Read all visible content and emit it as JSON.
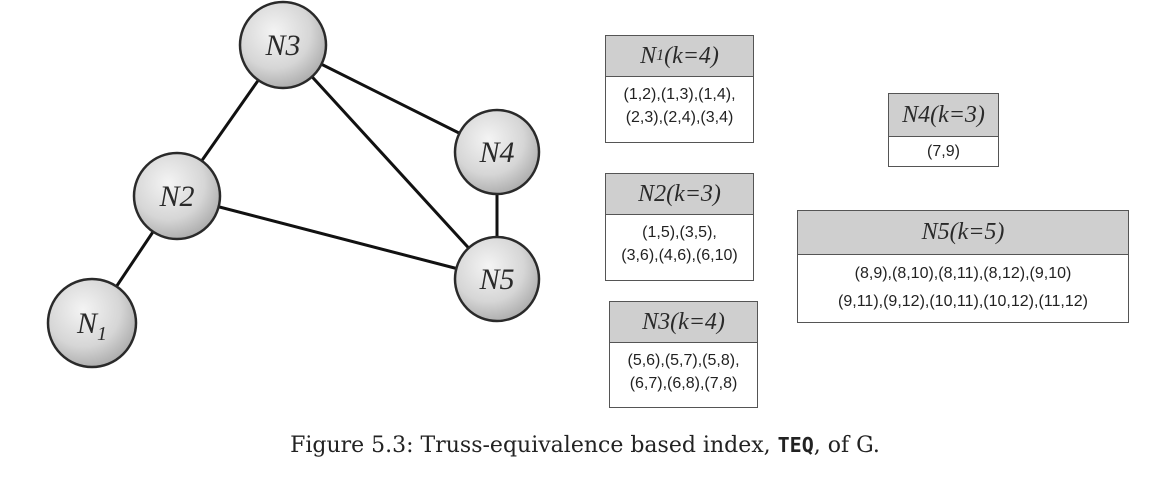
{
  "graph": {
    "nodes": [
      {
        "id": "N1",
        "base": "N",
        "sub": "1"
      },
      {
        "id": "N2",
        "base": "N2",
        "sub": ""
      },
      {
        "id": "N3",
        "base": "N3",
        "sub": ""
      },
      {
        "id": "N4",
        "base": "N4",
        "sub": ""
      },
      {
        "id": "N5",
        "base": "N5",
        "sub": ""
      }
    ],
    "edges": [
      [
        "N1",
        "N2"
      ],
      [
        "N2",
        "N3"
      ],
      [
        "N2",
        "N5"
      ],
      [
        "N3",
        "N4"
      ],
      [
        "N3",
        "N5"
      ],
      [
        "N4",
        "N5"
      ]
    ]
  },
  "index_boxes": [
    {
      "id": "b1",
      "head_base": "N",
      "head_sub": "1",
      "head_rest": "(k=4)",
      "lines": [
        "(1,2),(1,3),(1,4),",
        "(2,3),(2,4),(3,4)"
      ]
    },
    {
      "id": "b2",
      "head_base": "N2(k=3)",
      "head_sub": "",
      "head_rest": "",
      "lines": [
        "(1,5),(3,5),",
        "(3,6),(4,6),(6,10)"
      ]
    },
    {
      "id": "b3",
      "head_base": "N3(k=4)",
      "head_sub": "",
      "head_rest": "",
      "lines": [
        "(5,6),(5,7),(5,8),",
        "(6,7),(6,8),(7,8)"
      ]
    },
    {
      "id": "b4",
      "head_base": "N4(k=3)",
      "head_sub": "",
      "head_rest": "",
      "lines": [
        "(7,9)"
      ]
    },
    {
      "id": "b5",
      "head_base": "N5(k=5)",
      "head_sub": "",
      "head_rest": "",
      "lines": [
        "(8,9),(8,10),(8,11),(8,12),(9,10)",
        "(9,11),(9,12),(10,11),(10,12),(11,12)"
      ]
    }
  ],
  "caption": {
    "prefix": "Figure 5.3: Truss-equivalence based index, ",
    "code": "TEQ",
    "suffix": ", of G."
  }
}
